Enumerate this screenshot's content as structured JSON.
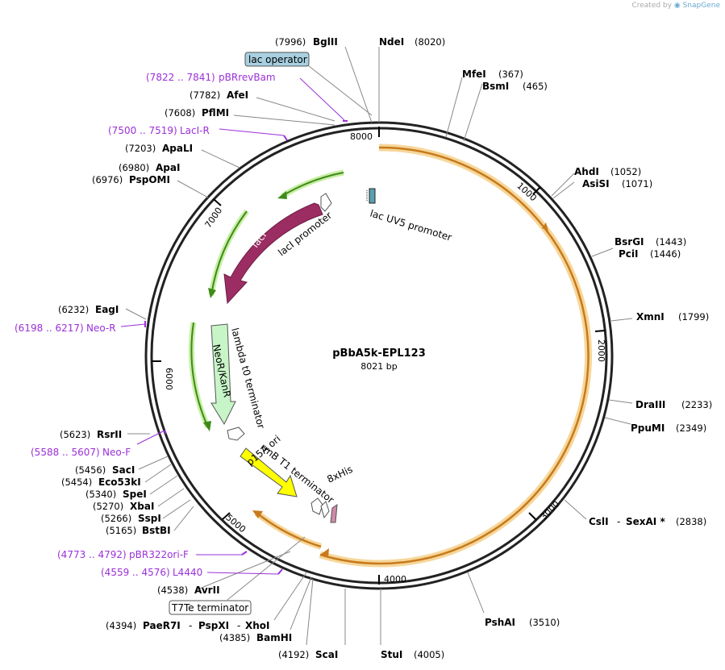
{
  "credit": {
    "prefix": "Created by",
    "brand": "SnapGene"
  },
  "plasmid": {
    "name": "pBbA5k-EPL123",
    "length": "8021 bp"
  },
  "ticks": [
    "1000",
    "2000",
    "3000",
    "4000",
    "5000",
    "6000",
    "7000",
    "8000"
  ],
  "sites": [
    {
      "name": "BglII",
      "pos": "(7996)"
    },
    {
      "name": "NdeI",
      "pos": "(8020)"
    },
    {
      "name": "MfeI",
      "pos": "(367)"
    },
    {
      "name": "BsmI",
      "pos": "(465)"
    },
    {
      "name": "AhdI",
      "pos": "(1052)"
    },
    {
      "name": "AsiSI",
      "pos": "(1071)"
    },
    {
      "name": "BsrGI",
      "pos": "(1443)"
    },
    {
      "name": "PciI",
      "pos": "(1446)"
    },
    {
      "name": "XmnI",
      "pos": "(1799)"
    },
    {
      "name": "DraIII",
      "pos": "(2233)"
    },
    {
      "name": "PpuMI",
      "pos": "(2349)"
    },
    {
      "name": "CslI",
      "name2": "SexAI *",
      "pos": "(2838)"
    },
    {
      "name": "PshAI",
      "pos": "(3510)"
    },
    {
      "name": "StuI",
      "pos": "(4005)"
    },
    {
      "name": "ScaI",
      "pos": "(4192)"
    },
    {
      "name": "BamHI",
      "pos": "(4385)"
    },
    {
      "name": "PaeR7I",
      "name2": "PspXI",
      "name3": "XhoI",
      "pos": "(4394)"
    },
    {
      "name": "AvrII",
      "pos": "(4538)"
    },
    {
      "name": "BstBI",
      "pos": "(5165)"
    },
    {
      "name": "SspI",
      "pos": "(5266)"
    },
    {
      "name": "XbaI",
      "pos": "(5270)"
    },
    {
      "name": "SpeI",
      "pos": "(5340)"
    },
    {
      "name": "Eco53kI",
      "pos": "(5454)"
    },
    {
      "name": "SacI",
      "pos": "(5456)"
    },
    {
      "name": "RsrII",
      "pos": "(5623)"
    },
    {
      "name": "EagI",
      "pos": "(6232)"
    },
    {
      "name": "PspOMI",
      "pos": "(6976)"
    },
    {
      "name": "ApaI",
      "pos": "(6980)"
    },
    {
      "name": "ApaLI",
      "pos": "(7203)"
    },
    {
      "name": "PflMI",
      "pos": "(7608)"
    },
    {
      "name": "AfeI",
      "pos": "(7782)"
    }
  ],
  "primers": [
    {
      "name": "pBRrevBam",
      "range": "(7822 .. 7841)"
    },
    {
      "name": "LacI-R",
      "range": "(7500 .. 7519)"
    },
    {
      "name": "Neo-R",
      "range": "(6198 .. 6217)"
    },
    {
      "name": "Neo-F",
      "range": "(5588 .. 5607)"
    },
    {
      "name": "pBR322ori-F",
      "range": "(4773 .. 4792)"
    },
    {
      "name": "L4440",
      "range": "(4559 .. 4576)"
    }
  ],
  "features": {
    "lac_operator": "lac operator",
    "t7te": "T7Te terminator",
    "lacUV5": "lac UV5 promoter",
    "lacI": "lacI",
    "lacI_promoter": "lacI promoter",
    "lambda": "lambda t0 terminator",
    "neo": "NeoR/KanR",
    "rrnB": "rrnB T1 terminator",
    "p15A": "p15A ori",
    "his": "8xHis"
  },
  "colors": {
    "orange_feature": "#f0b860",
    "green_feature": "#76c043",
    "lacI": "#9b2d62",
    "neo": "#c8f5c8",
    "p15A": "#ffff00",
    "primer": "#9b30d9",
    "lac_operator_box": "#a8d0e0"
  }
}
